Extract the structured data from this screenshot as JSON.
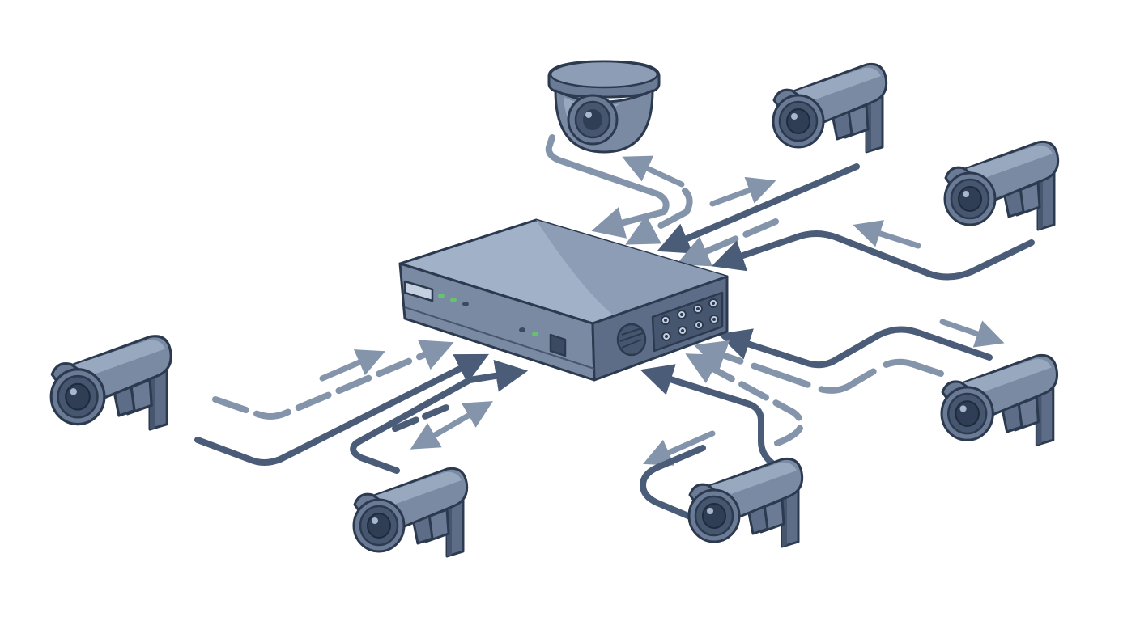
{
  "diagram": {
    "kind": "network-video-recorder-topology",
    "hub": {
      "icon": "nvr-recorder-icon"
    },
    "cameras": [
      {
        "icon": "dome-camera-icon",
        "position": "top-center"
      },
      {
        "icon": "bullet-camera-icon",
        "position": "top-right"
      },
      {
        "icon": "bullet-camera-icon",
        "position": "right-upper"
      },
      {
        "icon": "bullet-camera-icon",
        "position": "right-lower"
      },
      {
        "icon": "bullet-camera-icon",
        "position": "bottom-center-right"
      },
      {
        "icon": "bullet-camera-icon",
        "position": "bottom-center-left"
      },
      {
        "icon": "bullet-camera-icon",
        "position": "left"
      }
    ],
    "connection_count": 7,
    "colors": {
      "primary_line": "#4a5c78",
      "secondary_line": "#8494ab",
      "device_body": "#7b8aa3",
      "device_top": "#a1b1c8",
      "outline": "#2c3a50",
      "led_green": "#66c26e"
    }
  }
}
